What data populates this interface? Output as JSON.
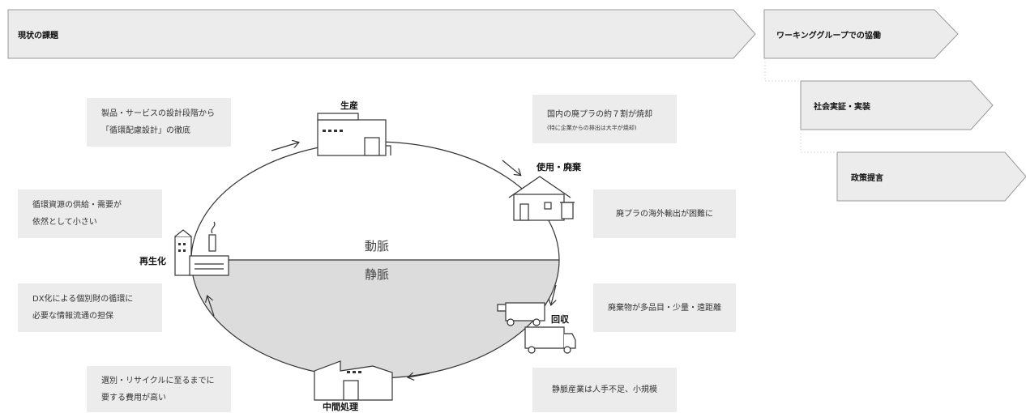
{
  "banners": {
    "current_issues": "現状の課題",
    "working_group": "ワーキンググループでの協働",
    "social_implementation": "社会実証・実装",
    "policy_proposal": "政策提言"
  },
  "cycle": {
    "upper_label": "動脈",
    "lower_label": "静脈",
    "stages": {
      "production": "生産",
      "use_disposal": "使用・廃棄",
      "collection": "回収",
      "intermediate_processing": "中間処理",
      "regeneration": "再生化"
    }
  },
  "issues": {
    "design_line1": "製品・サービスの設計段階から",
    "design_line2": "「循環配慮設計」の徹底",
    "incineration_line1": "国内の廃プラの約７割が焼却",
    "incineration_line2": "(特に企業からの排出は大半が焼却)",
    "export": "廃プラの海外輸出が困難に",
    "waste_collection": "廃棄物が多品目・少量・遠距離",
    "labor": "静脈産業は人手不足、小規模",
    "sorting_cost_line1": "選別・リサイクルに至るまでに",
    "sorting_cost_line2": "要する費用が高い",
    "supply_demand_line1": "循環資源の供給・需要が",
    "supply_demand_line2": "依然として小さい",
    "dx_line1": "DX化による個別財の循環に",
    "dx_line2": "必要な情報流通の担保"
  },
  "colors": {
    "banner_fill": "#ececec",
    "banner_stroke": "#999999",
    "note_fill": "#ececec",
    "venous_fill": "#dcdcdc",
    "line": "#333333"
  }
}
